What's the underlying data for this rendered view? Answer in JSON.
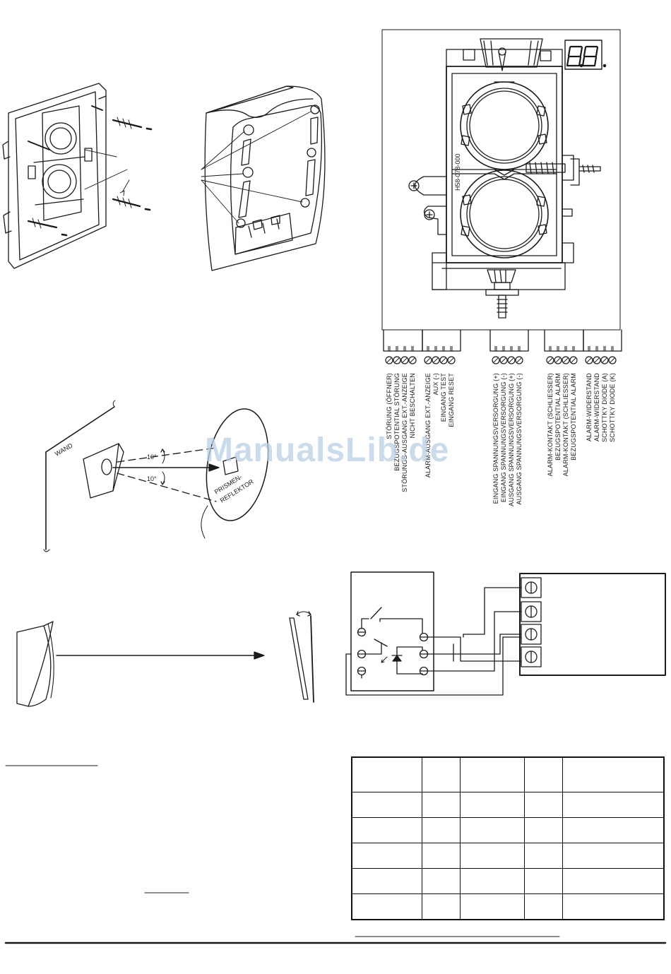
{
  "watermark": "ManualsLib.de",
  "pcb": {
    "board_code": "H58-078-000",
    "terminal_labels": [
      "STÖRUNG (ÖFFNER)",
      "BEZUGSPOTENTIAL STÖRUNG",
      "STÖRUNGS-AUSGANG EXT.-ANZEIGE",
      "NICHT BESCHALTEN",
      "ALARM-AUSGANG EXT.-ANZEIGE",
      "AUX (-)",
      "EINGANG TEST",
      "EINGANG RESET",
      "EINGANG SPANNUNGSVERSORGUNG (+)",
      "EINGANG SPANNUNGSVERSORGUNG (-)",
      "AUSGANG SPANNUNGSVERSORGUNG (+)",
      "AUSGANG SPANNUNGSVERSORGUNG (-)",
      "ALARM-KONTAKT (SCHLIESSER)",
      "BEZUGSPOTENTIAL ALARM",
      "ALARM-KONTAKT (SCHLIESSER)",
      "BEZUGSPOTENTIAL ALARM",
      "ALARM-WIDERSTAND",
      "ALARM-WIDERSTAND",
      "SCHOTTKY DIODE (A)",
      "SCHOTTKY DIODE (K)"
    ]
  },
  "alignment": {
    "wall_label": "WAND",
    "angle_top": "10°",
    "angle_bottom": "10°",
    "reflector_label_1": "PRISMEN-",
    "reflector_label_2": "REFLEKTOR"
  },
  "table": {
    "rows": 6,
    "cols": 5
  }
}
